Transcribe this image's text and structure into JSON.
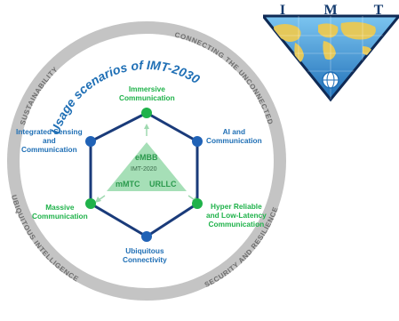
{
  "diagram": {
    "title": "Usage scenarios of IMT-2030",
    "ring_labels": {
      "top_left": "SUSTAINABILITY",
      "top_right": "CONNECTING THE UNCONNECTED",
      "bottom_left": "UBIQUITOUS INTELLIGENCE",
      "bottom_right": "SECURITY AND RESILIENCE"
    },
    "nodes": {
      "top": [
        "Immersive",
        "Communication"
      ],
      "upper_right": [
        "AI and",
        "Communication"
      ],
      "lower_right": [
        "Hyper Reliable",
        "and Low-Latency",
        "Communication"
      ],
      "bottom": [
        "Ubiquitous",
        "Connectivity"
      ],
      "lower_left": [
        "Massive",
        "Communication"
      ],
      "upper_left": [
        "Integrated Sensing",
        "and",
        "Communication"
      ]
    },
    "center": {
      "top": "eMBB",
      "middle": "IMT-2020",
      "left": "mMTC",
      "right": "URLLC"
    }
  },
  "logo": {
    "letters": [
      "I",
      "M",
      "T"
    ]
  },
  "colors": {
    "ring": "#c4c4c4",
    "ring_text": "#6e6e6e",
    "title": "#1f6fb5",
    "hexagon": "#1a3b7a",
    "green_node": "#1fb24a",
    "blue_node": "#2062b6",
    "triangle": "#a6dfb7",
    "center_green": "#2b9a4d",
    "arrow": "#9fd9b0",
    "logo_letters": "#123a6e",
    "logo_sky": "#2f8fd6",
    "logo_land": "#e4c85a"
  }
}
